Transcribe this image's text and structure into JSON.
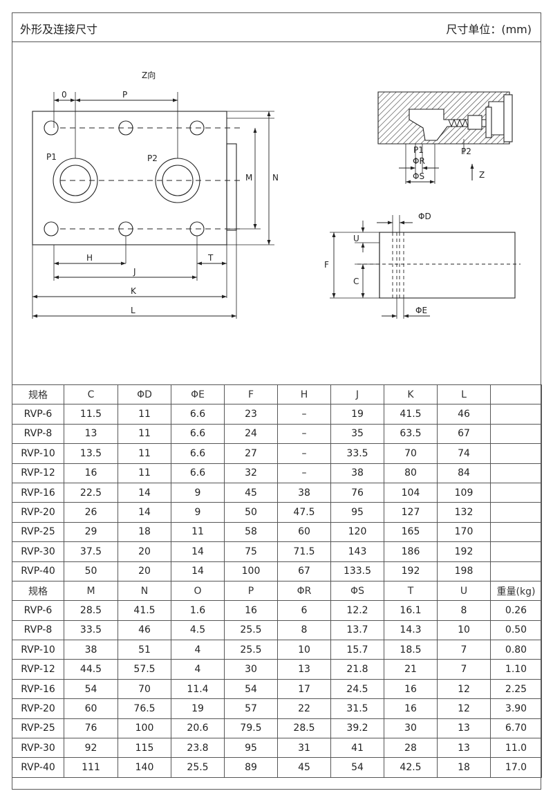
{
  "header": {
    "title": "外形及连接尺寸",
    "unit": "尺寸单位：(mm)"
  },
  "drawing": {
    "z_view": "Z向",
    "dim_o": "0",
    "dim_p": "P",
    "port_p1": "P1",
    "port_p2": "P2",
    "dim_m": "M",
    "dim_n": "N",
    "dim_h": "H",
    "dim_j": "J",
    "dim_t": "T",
    "dim_k": "K",
    "dim_l": "L",
    "sec_p1": "P1",
    "sec_p2": "P2",
    "sec_r": "ΦR",
    "sec_s": "ΦS",
    "arrow_z": "Z",
    "side_d": "ΦD",
    "side_u": "U",
    "side_f": "F",
    "side_c": "C",
    "side_e": "ΦE"
  },
  "table1": {
    "headers": [
      "规格",
      "C",
      "ΦD",
      "ΦE",
      "F",
      "H",
      "J",
      "K",
      "L",
      ""
    ],
    "rows": [
      [
        "RVP-6",
        "11.5",
        "11",
        "6.6",
        "23",
        "–",
        "19",
        "41.5",
        "46",
        ""
      ],
      [
        "RVP-8",
        "13",
        "11",
        "6.6",
        "24",
        "–",
        "35",
        "63.5",
        "67",
        ""
      ],
      [
        "RVP-10",
        "13.5",
        "11",
        "6.6",
        "27",
        "–",
        "33.5",
        "70",
        "74",
        ""
      ],
      [
        "RVP-12",
        "16",
        "11",
        "6.6",
        "32",
        "–",
        "38",
        "80",
        "84",
        ""
      ],
      [
        "RVP-16",
        "22.5",
        "14",
        "9",
        "45",
        "38",
        "76",
        "104",
        "109",
        ""
      ],
      [
        "RVP-20",
        "26",
        "14",
        "9",
        "50",
        "47.5",
        "95",
        "127",
        "132",
        ""
      ],
      [
        "RVP-25",
        "29",
        "18",
        "11",
        "58",
        "60",
        "120",
        "165",
        "170",
        ""
      ],
      [
        "RVP-30",
        "37.5",
        "20",
        "14",
        "75",
        "71.5",
        "143",
        "186",
        "192",
        ""
      ],
      [
        "RVP-40",
        "50",
        "20",
        "14",
        "100",
        "67",
        "133.5",
        "192",
        "198",
        ""
      ]
    ]
  },
  "table2": {
    "headers": [
      "规格",
      "M",
      "N",
      "O",
      "P",
      "ΦR",
      "ΦS",
      "T",
      "U",
      "重量(kg)"
    ],
    "rows": [
      [
        "RVP-6",
        "28.5",
        "41.5",
        "1.6",
        "16",
        "6",
        "12.2",
        "16.1",
        "8",
        "0.26"
      ],
      [
        "RVP-8",
        "33.5",
        "46",
        "4.5",
        "25.5",
        "8",
        "13.7",
        "14.3",
        "10",
        "0.50"
      ],
      [
        "RVP-10",
        "38",
        "51",
        "4",
        "25.5",
        "10",
        "15.7",
        "18.5",
        "7",
        "0.80"
      ],
      [
        "RVP-12",
        "44.5",
        "57.5",
        "4",
        "30",
        "13",
        "21.8",
        "21",
        "7",
        "1.10"
      ],
      [
        "RVP-16",
        "54",
        "70",
        "11.4",
        "54",
        "17",
        "24.5",
        "16",
        "12",
        "2.25"
      ],
      [
        "RVP-20",
        "60",
        "76.5",
        "19",
        "57",
        "22",
        "31.5",
        "16",
        "12",
        "3.90"
      ],
      [
        "RVP-25",
        "76",
        "100",
        "20.6",
        "79.5",
        "28.5",
        "39.2",
        "30",
        "13",
        "6.70"
      ],
      [
        "RVP-30",
        "92",
        "115",
        "23.8",
        "95",
        "31",
        "41",
        "28",
        "13",
        "11.0"
      ],
      [
        "RVP-40",
        "111",
        "140",
        "25.5",
        "89",
        "45",
        "54",
        "42.5",
        "18",
        "17.0"
      ]
    ]
  }
}
